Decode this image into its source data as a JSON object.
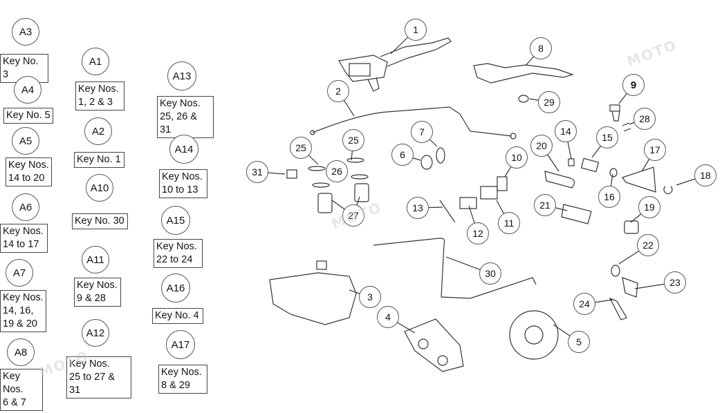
{
  "assemblies": [
    {
      "id": "A3",
      "label": "Key No. 3"
    },
    {
      "id": "A4",
      "label": "Key No. 5"
    },
    {
      "id": "A5",
      "label": "Key Nos.\n14 to 20"
    },
    {
      "id": "A6",
      "label": "Key Nos.\n14 to 17"
    },
    {
      "id": "A7",
      "label": "Key Nos.\n14, 16,\n19 & 20"
    },
    {
      "id": "A8",
      "label": "Key Nos.\n6 & 7"
    },
    {
      "id": "A1",
      "label": "Key Nos.\n1, 2 & 3"
    },
    {
      "id": "A2",
      "label": "Key No. 1"
    },
    {
      "id": "A10",
      "label": "Key No. 30"
    },
    {
      "id": "A11",
      "label": "Key Nos.\n9 & 28"
    },
    {
      "id": "A12",
      "label": "Key Nos.\n25 to 27 & 31"
    },
    {
      "id": "A13",
      "label": "Key Nos.\n25, 26 & 31"
    },
    {
      "id": "A14",
      "label": "Key Nos.\n10 to 13"
    },
    {
      "id": "A15",
      "label": "Key Nos.\n22 to 24"
    },
    {
      "id": "A16",
      "label": "Key No. 4"
    },
    {
      "id": "A17",
      "label": "Key Nos.\n8 & 29"
    }
  ],
  "callouts": [
    "1",
    "2",
    "3",
    "4",
    "5",
    "6",
    "7",
    "8",
    "9",
    "10",
    "11",
    "12",
    "13",
    "14",
    "15",
    "16",
    "17",
    "18",
    "19",
    "20",
    "21",
    "22",
    "23",
    "24",
    "25",
    "25",
    "26",
    "27",
    "28",
    "29",
    "30",
    "31"
  ],
  "watermark": "MOTO"
}
